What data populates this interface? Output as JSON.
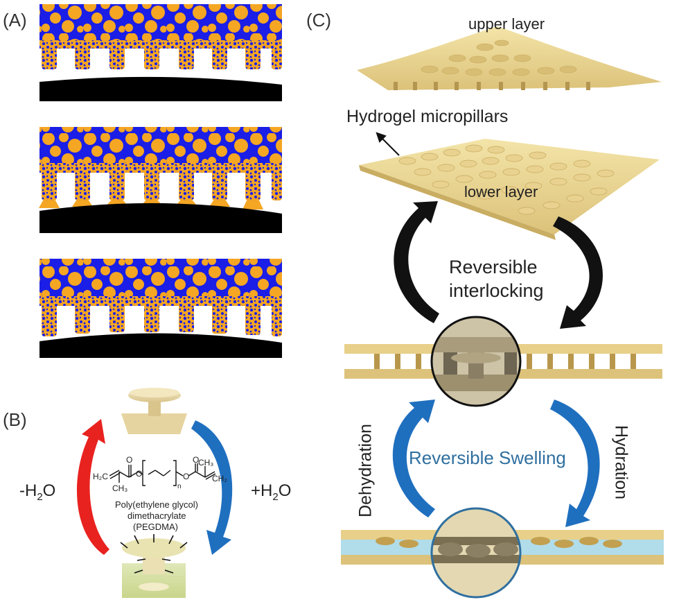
{
  "panels": {
    "a": {
      "letter": "(A)"
    },
    "b": {
      "letter": "(B)",
      "left_label_pre": "-H",
      "left_label_sub": "2",
      "left_label_post": "O",
      "right_label_pre": "+H",
      "right_label_sub": "2",
      "right_label_post": "O",
      "molecule_name_line1": "Poly(ethylene glycol)",
      "molecule_name_line2": "dimethacrylate",
      "molecule_name_line3": "(PEGDMA)",
      "structure_labels": {
        "h2c_left": "H₂C",
        "ch3_left": "CH₃",
        "ch3_right": "CH₃",
        "ch2_right": "CH₂",
        "o1": "O",
        "o2": "O",
        "o3": "O",
        "o4": "O",
        "n": "n"
      }
    },
    "c": {
      "letter": "(C)",
      "upper_layer": "upper layer",
      "micropillars": "Hydrogel micropillars",
      "lower_layer": "lower layer",
      "interlocking_line1": "Reversible",
      "interlocking_line2": "interlocking",
      "dehydration": "Dehydration",
      "hydration": "Hydration",
      "swelling": "Reversible Swelling"
    }
  },
  "colors": {
    "blue_matrix": "#1a1ee6",
    "orange_blob": "#f5a623",
    "black_surface": "#000000",
    "gel_yellow": "#e8cf8a",
    "gel_dark": "#c8a95a",
    "arrow_red": "#e8221f",
    "arrow_blue": "#1f6fbf",
    "swelling_text": "#2f6f9f",
    "water_blue": "#a8d8e8"
  }
}
